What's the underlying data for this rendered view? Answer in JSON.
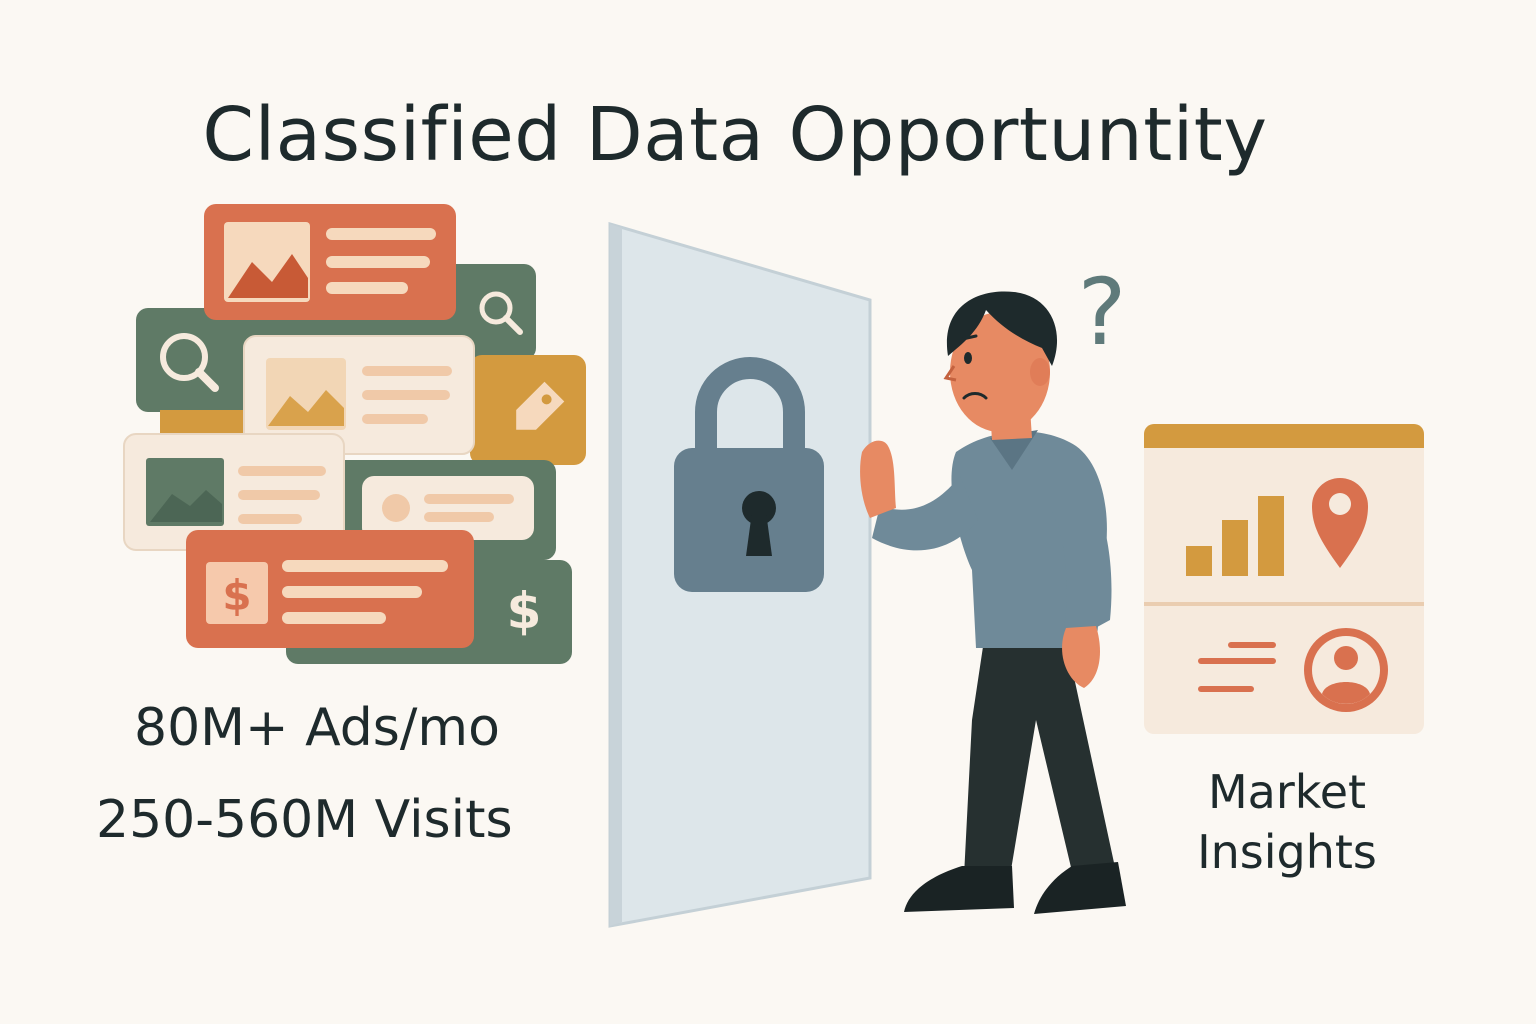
{
  "title": "Classified Data Opportuntity",
  "stats": {
    "ads": "80M+ Ads/mo",
    "visits": "250-560M Visits"
  },
  "panel": {
    "label_line1": "Market",
    "label_line2": "Insights"
  },
  "decor": {
    "question_mark": "?",
    "dollar": "$"
  },
  "colors": {
    "background": "#fbf8f3",
    "orange": "#d9714f",
    "green": "#5f7a66",
    "mustard": "#d39a3f",
    "cream": "#f6eadd",
    "door": "#dde6ea",
    "lock": "#667f8e",
    "text": "#1e2a2c"
  },
  "icons": [
    "image-icon",
    "search-icon",
    "price-tag-icon",
    "dollar-icon",
    "lock-icon",
    "location-pin-icon",
    "bar-chart-icon",
    "user-avatar-icon"
  ]
}
